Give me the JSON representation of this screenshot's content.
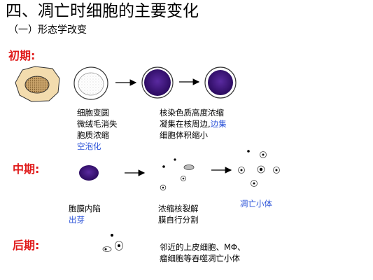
{
  "title": "四、凋亡时细胞的主要变化",
  "subtitle": "（一）形态学改变",
  "colors": {
    "stage": "#e01b1b",
    "highlight": "#2a52d8",
    "cell_dark": "#3a0e78"
  },
  "early": {
    "label": "初期:",
    "notes_left": [
      "细胞变圆",
      "微绒毛消失",
      "胞质浓缩",
      "空泡化"
    ],
    "notes_right_1": "核染色质高度浓缩",
    "notes_right_2a": "凝集在核周边,",
    "notes_right_2b": "边集",
    "notes_right_3": "细胞体积缩小"
  },
  "middle": {
    "label": "中期:",
    "note_1": "胞膜内陷",
    "note_2": "出芽",
    "note_3": "浓缩核裂解",
    "note_4": "膜自行分割",
    "apoptotic_body": "凋亡小体"
  },
  "late": {
    "label": "后期:",
    "note_1": "邻近的上皮细胞、MΦ、",
    "note_2": "瘤细胞等吞噬凋亡小体"
  }
}
